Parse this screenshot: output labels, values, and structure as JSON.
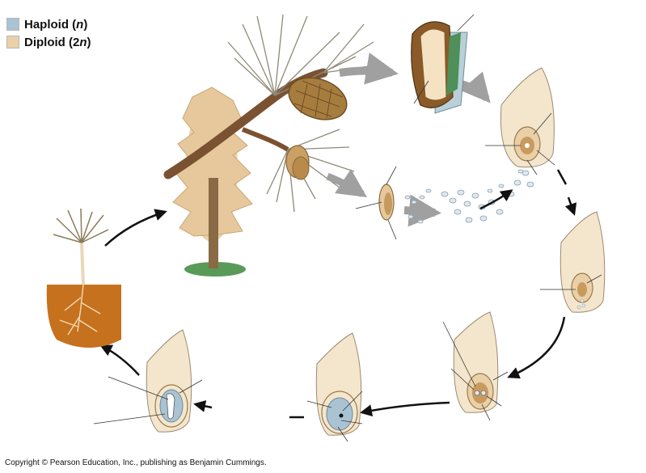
{
  "legend": {
    "haploid": {
      "label": "Haploid (",
      "symbol": "n",
      "close": ")"
    },
    "diploid": {
      "label": "Diploid (2",
      "symbol": "n",
      "close": ")"
    }
  },
  "copyright": "Copyright © Pearson Education, Inc., publishing as Benjamin Cummings.",
  "colors": {
    "haploid": "#a9c3d3",
    "diploid": "#ead0a8",
    "ovule": "#f4e6cd",
    "trunk": "#8a6a44",
    "cone": "#a77d3f",
    "soil": "#c6711d",
    "grass": "#5a9a59",
    "arrow_gray": "#a0a0a0",
    "arrow_black": "#111111",
    "spore_pale": "#dfe9f0"
  },
  "icons": {
    "tree": "pine-tree-icon",
    "seedling": "seedling-icon",
    "ovulate_cone": "ovulate-cone-icon",
    "pollen_cone": "pollen-cone-icon",
    "pollen": "pollen-grain-icon"
  }
}
